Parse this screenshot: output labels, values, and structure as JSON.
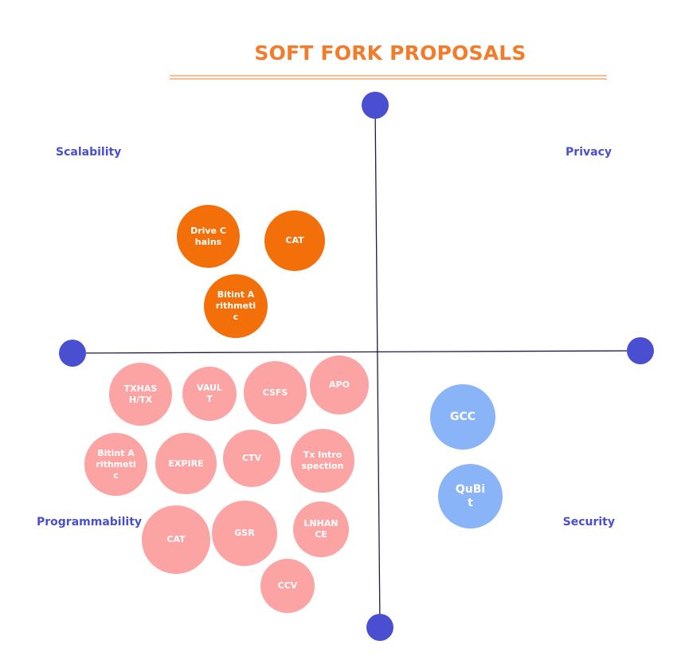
{
  "title": "SOFT FORK PROPOSALS",
  "colors": {
    "title": "#f47b2a",
    "axis": "#1a1b4b",
    "axis_dot": "#4a4fd1",
    "quadrant_label": "#4a4fd1",
    "scalability_bubbles": "#f26f0a",
    "programmability_bubbles": "#fca3a3",
    "security_bubbles": "#8ab4f8"
  },
  "quadrants": {
    "scalability": "Scalability",
    "privacy": "Privacy",
    "programmability": "Programmability",
    "security": "Security"
  },
  "proposals": {
    "scalability": [
      "Drive Chains",
      "CAT",
      "Bitint Arithmetic"
    ],
    "programmability": [
      "TXHASH/TX",
      "VAULT",
      "CSFS",
      "APO",
      "Bitint Arithmetic",
      "EXPIRE",
      "CTV",
      "Tx Introspection",
      "CAT",
      "GSR",
      "LNHANCE",
      "CCV"
    ],
    "security": [
      "GCC",
      "QuBit"
    ]
  }
}
